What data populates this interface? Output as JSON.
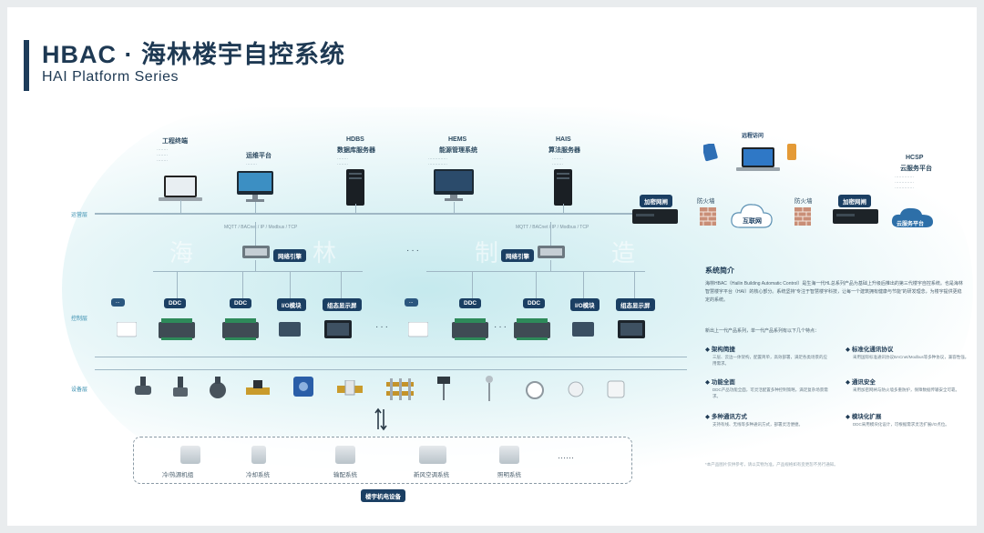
{
  "header": {
    "title": "HBAC · 海林楼宇自控系统",
    "subtitle": "HAI Platform Series"
  },
  "layers": {
    "management": "运营层",
    "control": "控制层",
    "device": "设备层"
  },
  "top": {
    "eng": "工程终端",
    "ops": "运维平台",
    "hdbs": "HDBS",
    "hdbs_sub": "数据库服务器",
    "hems": "HEMS",
    "hems_sub": "能源管理系统",
    "hais": "HAIS",
    "hais_sub": "算法服务器",
    "remote": "远程访问",
    "hcsp": "HCSP",
    "hcsp_sub": "云服务平台"
  },
  "network": {
    "encrypt_gw": "加密网闸",
    "firewall": "防火墙",
    "internet": "互联网",
    "cloud": "云服务平台",
    "gateway": "网络引擎",
    "ddc": "DDC",
    "io": "I/O模块",
    "touch": "组态显示屏",
    "protocol": "MQTT / BACnet / IP / Modbus / TCP"
  },
  "watermark": [
    "海",
    "林",
    "制",
    "造"
  ],
  "systems": [
    "冷/热源机组",
    "冷却系统",
    "输配系统",
    "新风空调系统",
    "照明系统",
    "······"
  ],
  "bottom_label": "楼宇机电设备",
  "panel": {
    "title": "系统简介",
    "text": "海林HBAC（Hailin Building Automatic Control）是生海一代HL总系列产品为基础上升级后推出的第三代楼宇自控系统。也是海林智慧楼宇平台（HAI）的核心部分。系统坚持“专注于智慧楼宇科技，让每一个建筑拥有健康与节能”的研发理念，为楼宇提供更稳定的系统。",
    "lead": "新出上一代产品系列，单一代产品系列有以下几个特点："
  },
  "features": [
    {
      "h": "架构简捷",
      "t": "三层、云边一体架构，配置简单，高效部署，满足各类场景的应用需求。"
    },
    {
      "h": "标准化通讯协议",
      "t": "采用国际标准通讯协议BACnet/Modbus等多种协议，兼容性强。"
    },
    {
      "h": "功能全面",
      "t": "DDC产品功能全面，可灵活配置多种控制策略，满足复杂场景需求。"
    },
    {
      "h": "通讯安全",
      "t": "采用加密网闸与防火墙多重防护，保障数据传输安全可靠。"
    },
    {
      "h": "多种通讯方式",
      "t": "支持有线、无线等多种通讯方式，部署灵活便捷。"
    },
    {
      "h": "模块化扩展",
      "t": "DDC采用模块化设计，可根据需求灵活扩展I/O点位。"
    }
  ],
  "footnote": "*本产品图片仅供参考，请以实物为准。产品规格如有变更恕不另行通知。"
}
